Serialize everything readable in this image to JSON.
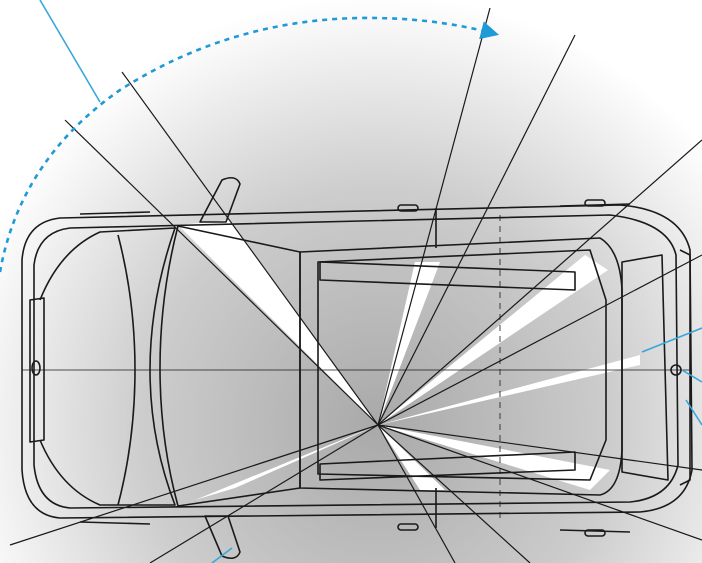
{
  "diagram": {
    "kind": "vehicle-top-view-visibility",
    "vehicle": "car-outline-top-view",
    "shade_color": "#cfcfcf",
    "background_color": "#ffffff",
    "outline_color": "#1a1a1a",
    "sight_line_color": "#1a1a1a",
    "leader_line_color": "#3aa6dc",
    "arc_color": "#1e9ad6",
    "arc_style": "dashed-with-arrowhead",
    "labels": []
  }
}
